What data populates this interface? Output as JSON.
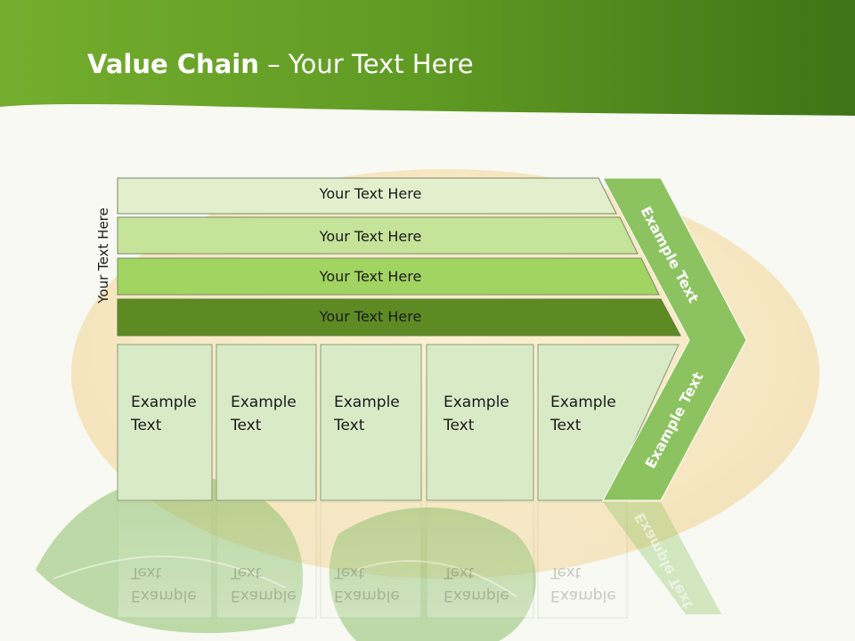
{
  "title": {
    "bold": "Value Chain",
    "rest": " – Your Text Here"
  },
  "side_label": "Your Text Here",
  "bars": [
    {
      "label": "Your Text Here",
      "fill": "#e3efcc"
    },
    {
      "label": "Your Text Here",
      "fill": "#c6e39a"
    },
    {
      "label": "Your Text Here",
      "fill": "#a2d462"
    },
    {
      "label": "Your Text Here",
      "fill": "#5e8a24"
    }
  ],
  "cells": [
    {
      "line1": "Example",
      "line2": "Text"
    },
    {
      "line1": "Example",
      "line2": "Text"
    },
    {
      "line1": "Example",
      "line2": "Text"
    },
    {
      "line1": "Example",
      "line2": "Text"
    },
    {
      "line1": "Example",
      "line2": "Text"
    }
  ],
  "arrow": {
    "upper": "Example Text",
    "lower": "Example Text",
    "fill": "#8cc360"
  },
  "colors": {
    "header": "#5e9a22",
    "cell_fill": "#d9eac6",
    "cell_border": "#8a9a7a"
  }
}
